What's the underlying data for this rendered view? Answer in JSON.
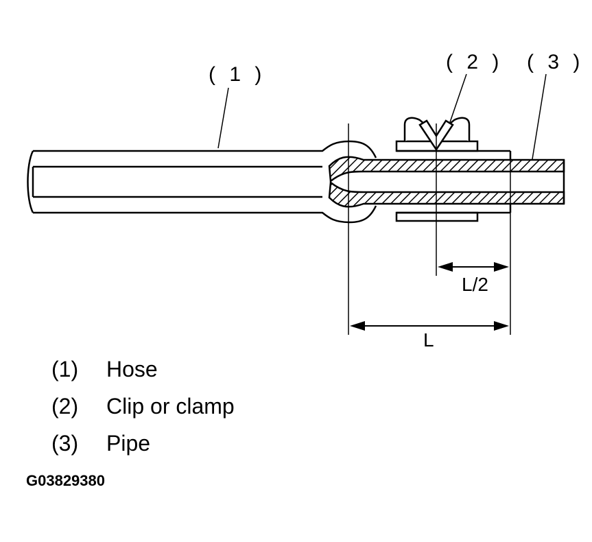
{
  "callouts": {
    "hose": "( 1 )",
    "clip": "( 2 )",
    "pipe": "( 3 )"
  },
  "dimensions": {
    "half_length": "L/2",
    "length": "L"
  },
  "legend": [
    {
      "num": "(1)",
      "label": "Hose"
    },
    {
      "num": "(2)",
      "label": "Clip or clamp"
    },
    {
      "num": "(3)",
      "label": "Pipe"
    }
  ],
  "figure_id": "G03829380"
}
